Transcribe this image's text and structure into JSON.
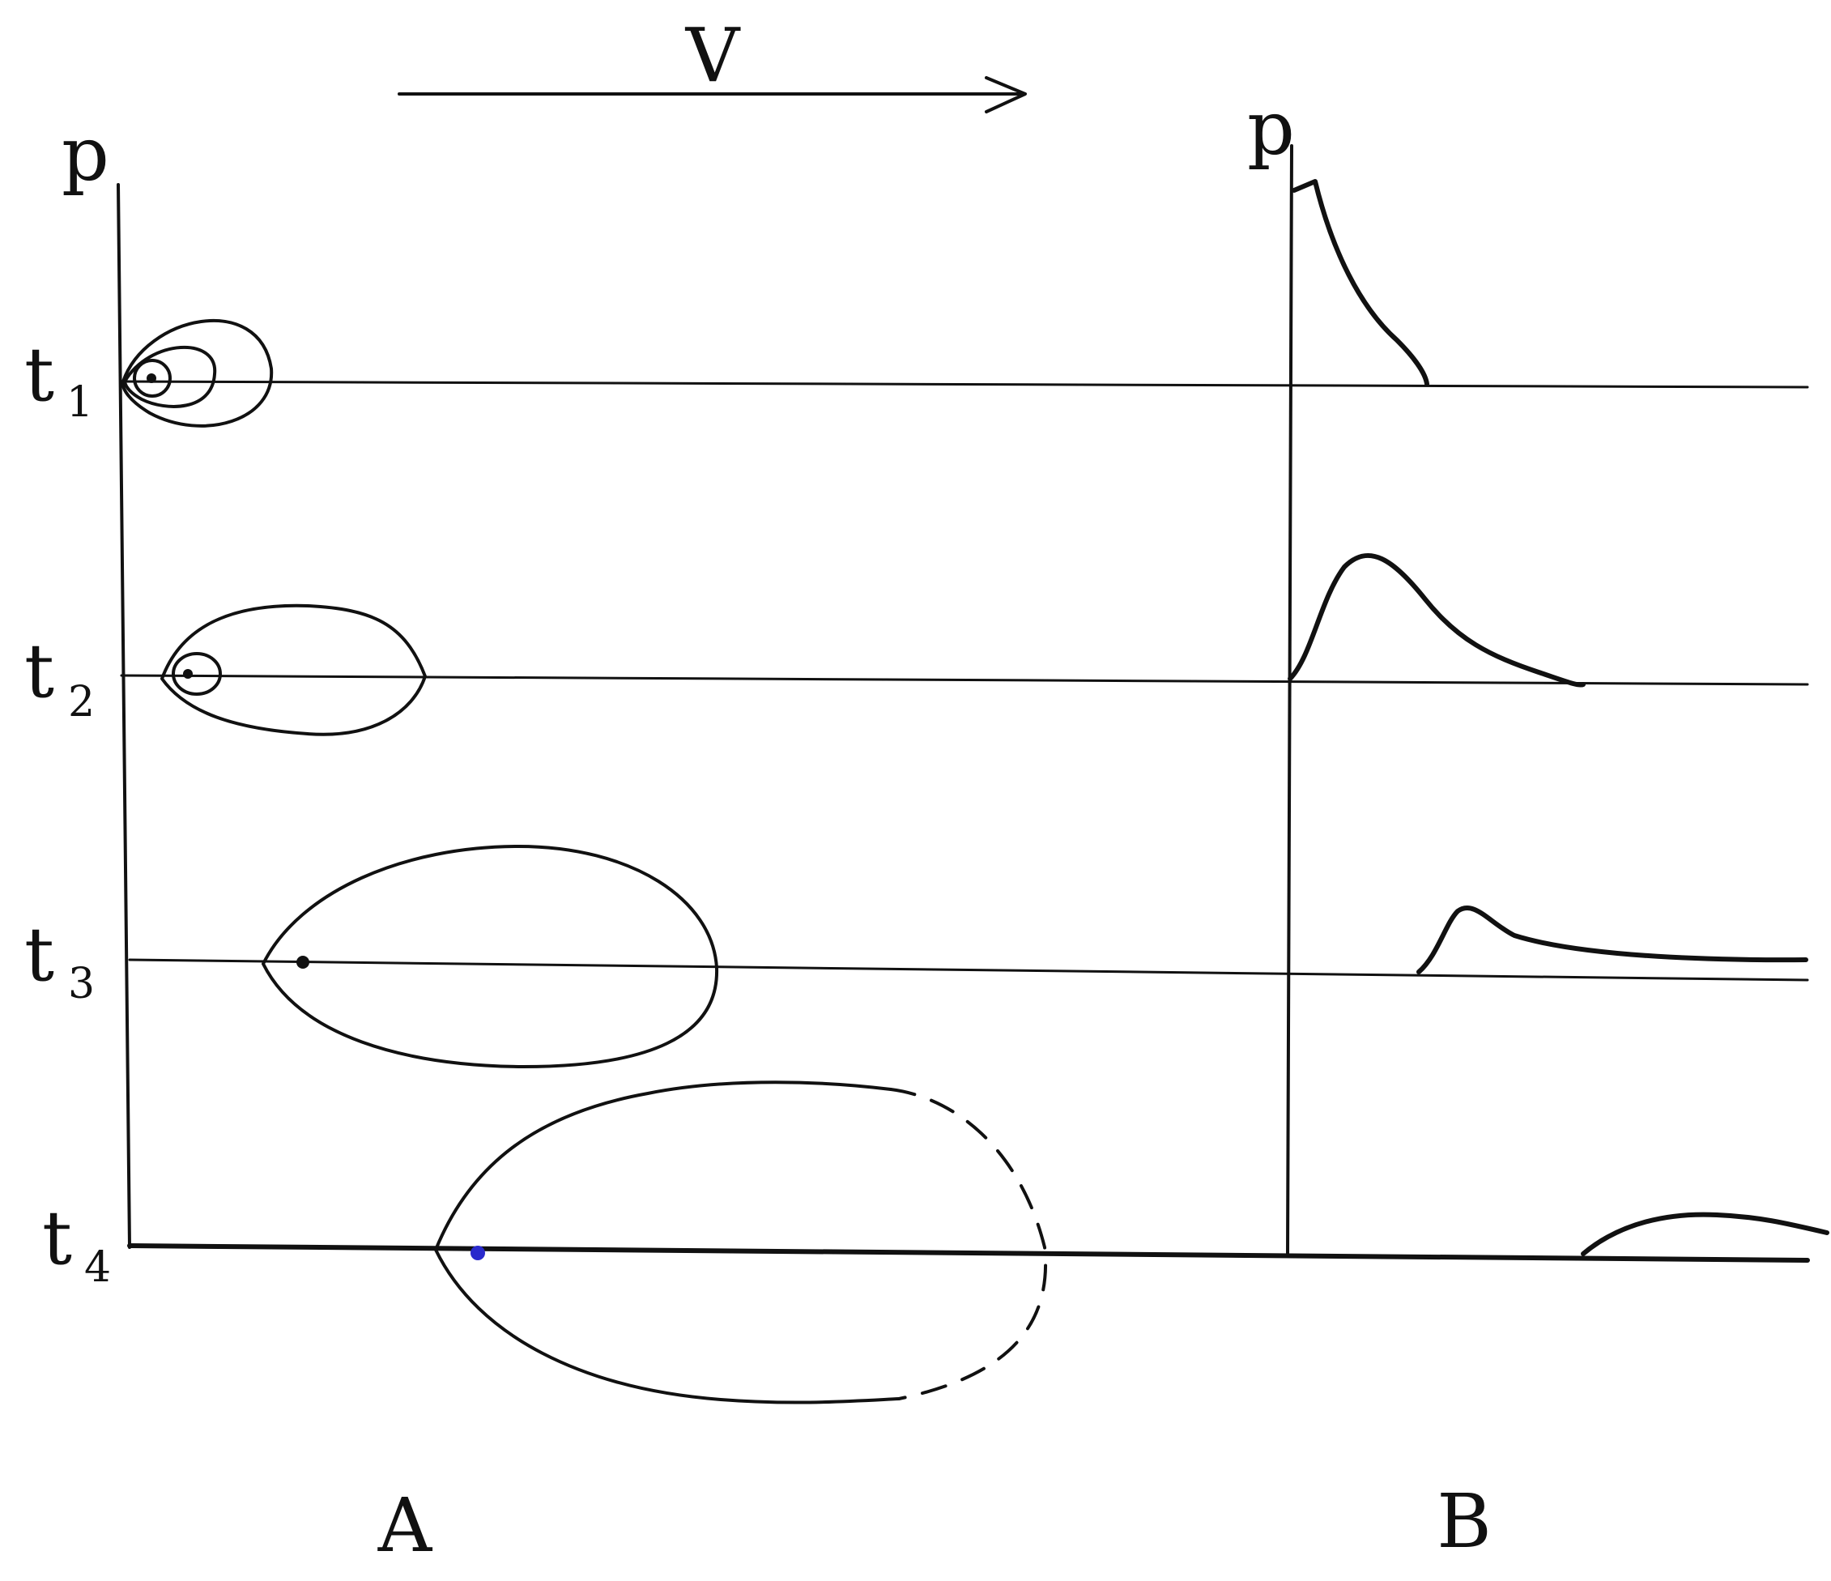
{
  "velocity_label": "V",
  "panel_a": {
    "label": "A",
    "axis_label": "p",
    "rows": [
      {
        "time": "t",
        "index": "1"
      },
      {
        "time": "t",
        "index": "2"
      },
      {
        "time": "t",
        "index": "3"
      },
      {
        "time": "t",
        "index": "4"
      }
    ]
  },
  "panel_b": {
    "label": "B",
    "axis_label": "p"
  },
  "colors": {
    "ink": "#111111",
    "marker_t4": "#2a2acc"
  }
}
